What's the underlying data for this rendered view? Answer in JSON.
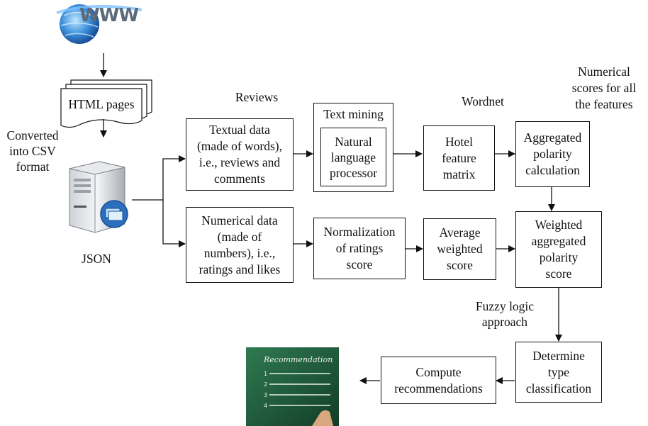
{
  "nodes": {
    "html_pages": "HTML pages",
    "textual_data": "Textual data\n(made of words),\ni.e., reviews and\ncomments",
    "text_mining": "Text mining",
    "nlp": "Natural\nlanguage\nprocessor",
    "hotel_feature_matrix": "Hotel\nfeature\nmatrix",
    "aggregated_polarity": "Aggregated\npolarity\ncalculation",
    "numerical_data": "Numerical data\n(made of\nnumbers), i.e.,\nratings and likes",
    "normalization": "Normalization\nof ratings\nscore",
    "average_weighted": "Average\nweighted\nscore",
    "weighted_aggregated": "Weighted\naggregated\npolarity\nscore",
    "determine_type": "Determine\ntype\nclassification",
    "compute_recommendations": "Compute\nrecommendations"
  },
  "labels": {
    "converted": "Converted\ninto CSV\nformat",
    "json": "JSON",
    "reviews": "Reviews",
    "wordnet": "Wordnet",
    "numerical_scores": "Numerical\nscores for all\nthe features",
    "fuzzy": "Fuzzy logic\napproach"
  },
  "images": {
    "www_logo": "WWW",
    "blackboard_title": "Recommendation",
    "blackboard_items": [
      "1",
      "2",
      "3",
      "4"
    ]
  },
  "colors": {
    "stroke": "#111111",
    "board": "#1f5a3c",
    "globe": "#3a8fd9"
  }
}
